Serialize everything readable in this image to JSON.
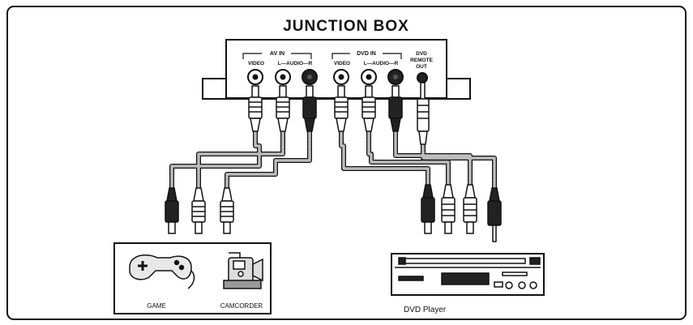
{
  "title": "JUNCTION BOX",
  "junction_box": {
    "av_in": {
      "group_label": "AV IN",
      "video_label": "VIDEO",
      "audio_label": "L—AUDIO—R"
    },
    "dvd_in": {
      "group_label": "DVD IN",
      "video_label": "VIDEO",
      "audio_label": "L—AUDIO—R"
    },
    "remote_out": {
      "line1": "DVD",
      "line2": "REMOTE",
      "line3": "OUT"
    }
  },
  "devices": {
    "game_label": "GAME",
    "camcorder_label": "CAMCORDER",
    "dvd_player_label": "DVD Player"
  },
  "colors": {
    "line": "#111111",
    "cable_fill": "#bdbdbd",
    "plug_dark": "#222222",
    "background": "#ffffff"
  }
}
